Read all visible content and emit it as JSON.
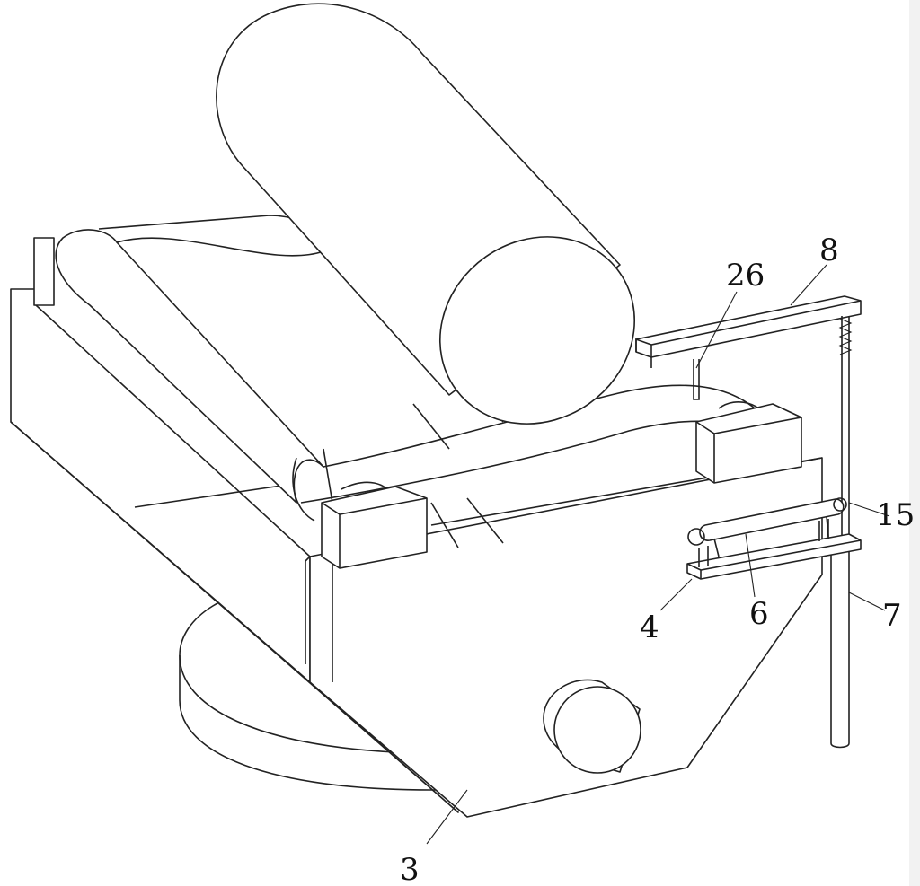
{
  "figure": {
    "labels": {
      "l8": "8",
      "l26": "26",
      "l15": "15",
      "l7": "7",
      "l6": "6",
      "l4": "4",
      "l3": "3"
    }
  }
}
